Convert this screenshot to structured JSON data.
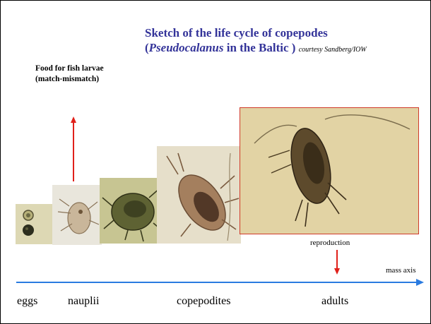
{
  "slide": {
    "title_line1": "Sketch of the life cycle of copepodes",
    "title_line2_open": "(",
    "title_line2_italic": "Pseudocalanus",
    "title_line2_rest": " in the Baltic )",
    "credit": "courtesy Sandberg/IOW"
  },
  "food_note": {
    "line1": "Food for fish larvae",
    "line2": "(match-mismatch)"
  },
  "labels": {
    "reproduction": "reproduction",
    "mass_axis": "mass axis"
  },
  "stages": [
    "eggs",
    "nauplii",
    "copepodites",
    "adults"
  ],
  "colors": {
    "title": "#333399",
    "red_arrow": "#e0201a",
    "axis": "#2a7be0"
  },
  "photos": [
    "eggs-photo",
    "nauplius-photo",
    "early-copepodite-photo",
    "late-copepodite-photo",
    "adult-photo"
  ]
}
